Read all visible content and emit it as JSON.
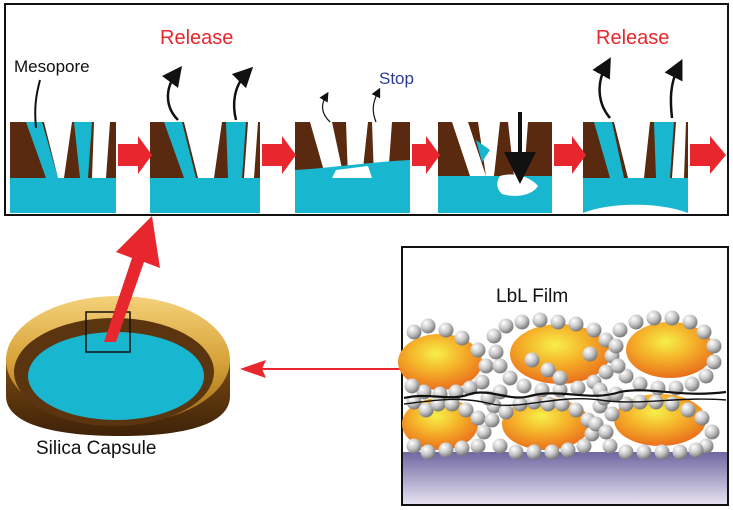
{
  "labels": {
    "mesopore": "Mesopore",
    "release_1": "Release",
    "release_2": "Release",
    "stop": "Stop",
    "lbl_film": "LbL Film",
    "silica_capsule": "Silica Capsule"
  },
  "colors": {
    "release_text": "#e8262d",
    "stop_text": "#2a3b95",
    "wall": "#5a2a10",
    "fluid": "#19b6cf",
    "arrow": "#e8262d",
    "capsule_gold": "#d9a63a",
    "capsule_inner": "#19b6cf",
    "sphere_orange": "#f08a1a",
    "sphere_silver": "#bdbdbd",
    "substrate": "#8e86b8"
  },
  "icons": {
    "step_arrow": "right-arrow-icon",
    "flow_arrow": "curved-arrow-icon",
    "zoom_arrow": "up-arrow-icon",
    "link_arrow": "left-arrow-icon"
  }
}
